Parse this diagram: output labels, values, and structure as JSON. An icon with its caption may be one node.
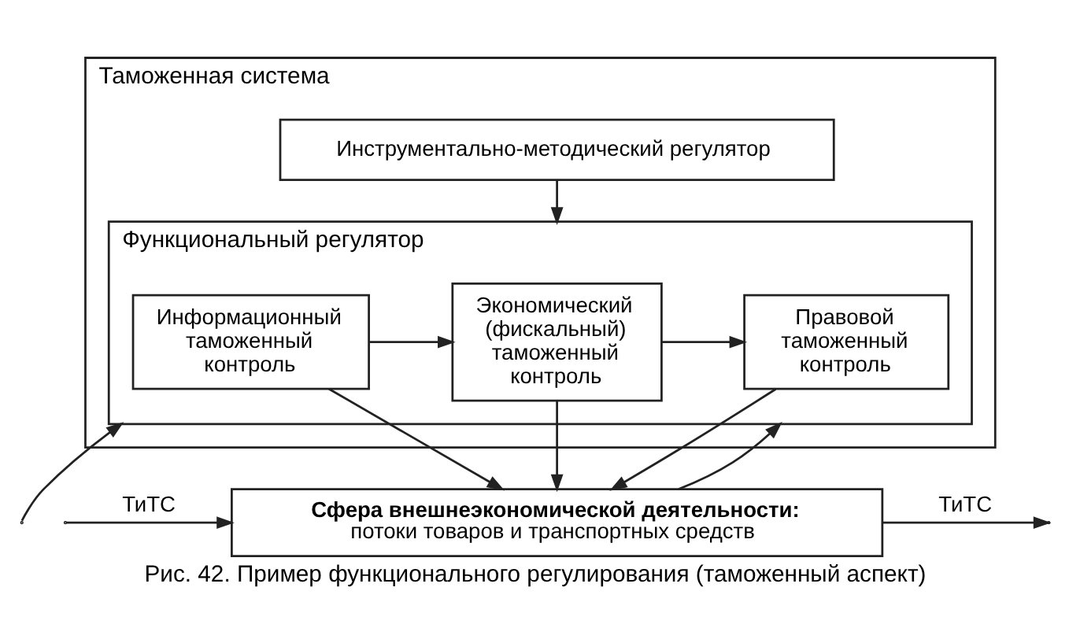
{
  "diagram": {
    "caption": "Рис. 42. Пример функционального регулирования (таможенный аспект)",
    "nodes": [
      {
        "text": [
          "Таможенная система"
        ]
      },
      {
        "text": [
          "Инструментально-методический регулятор"
        ],
        "in": 0
      },
      {
        "text": [
          "Функциональный регулятор"
        ],
        "in": 0
      },
      {
        "text": [
          "Информационный таможенный контроль"
        ],
        "in": 2
      },
      {
        "text": [
          "Экономический (фискальный) таможенный контроль"
        ],
        "in": 2
      },
      {
        "text": [
          "Правовой таможенный контроль"
        ],
        "in": 2
      },
      {
        "text": [
          "Сфера внешнеэкономической деятельности:",
          "потоки товаров и транспортных средств"
        ]
      }
    ],
    "edges": [
      {
        "from": 1,
        "to": 2,
        "arrow": "to"
      },
      {
        "from": 3,
        "to": 4,
        "arrow": "to"
      },
      {
        "from": 4,
        "to": 5,
        "arrow": "to"
      },
      {
        "from": null,
        "to": 2,
        "arrow": "to"
      },
      {
        "from": 6,
        "to": 2,
        "arrow": "to"
      },
      {
        "from": 3,
        "to": 6,
        "arrow": "to"
      },
      {
        "from": 4,
        "to": 6,
        "arrow": "to"
      },
      {
        "from": 5,
        "to": 6,
        "arrow": "to"
      },
      {
        "from": null,
        "to": 6,
        "arrow": "to",
        "label": "ТиТС"
      },
      {
        "from": 6,
        "to": null,
        "arrow": "to",
        "label": "ТиТС"
      }
    ]
  }
}
